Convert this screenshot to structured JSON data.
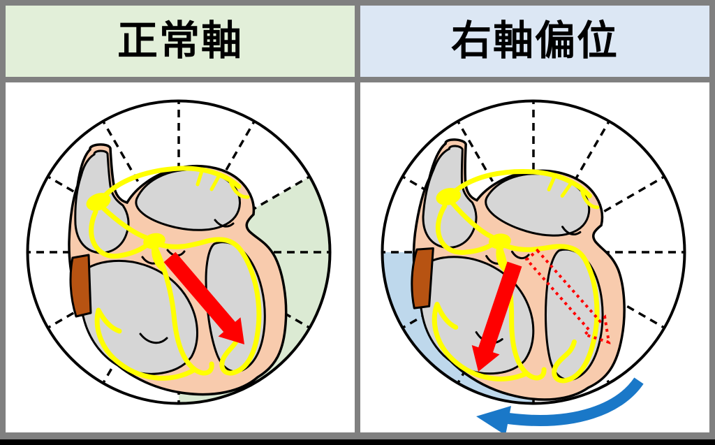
{
  "meta": {
    "type": "medical-diagram",
    "topic": "ECG electrical heart axis: normal axis vs right axis deviation"
  },
  "colors": {
    "frame_gray": "#808080",
    "bottom_bar_black": "#000000",
    "panel_bg": "#ffffff",
    "header_green": "#e2efd9",
    "header_blue": "#dce7f4",
    "sector_green": "#dbead3",
    "sector_blue": "#bed8ec",
    "heart_wall": "#f8cbad",
    "heart_chamber": "#d6d6d6",
    "conduction_yellow": "#ffff00",
    "axis_arrow_red": "#fe0000",
    "rotation_arrow_blue": "#1a78c8",
    "vessel_brown": "#b75312",
    "outline_black": "#000000",
    "title_text": "#000000"
  },
  "compass": {
    "num_sectors": 12,
    "sector_step_deg": 30,
    "line_style": "dashed"
  },
  "panels": [
    {
      "key": "normal-axis",
      "title": "正常軸",
      "highlight_sector": {
        "from_deg": -30,
        "to_deg": 90,
        "color_key": "sector_green"
      },
      "qrs_axis_arrow": {
        "angle_deg": 50,
        "style": "solid",
        "color_key": "axis_arrow_red"
      }
    },
    {
      "key": "right-axis-deviation",
      "title": "右軸偏位",
      "highlight_sector": {
        "from_deg": 90,
        "to_deg": 180,
        "color_key": "sector_blue"
      },
      "qrs_axis_arrow": {
        "angle_deg": 109,
        "style": "solid",
        "color_key": "axis_arrow_red"
      },
      "previous_axis_arrow": {
        "angle_deg": 49,
        "style": "dotted-outline",
        "color_key": "axis_arrow_red"
      },
      "rotation_arrow": {
        "direction": "clockwise",
        "color_key": "rotation_arrow_blue"
      }
    }
  ]
}
